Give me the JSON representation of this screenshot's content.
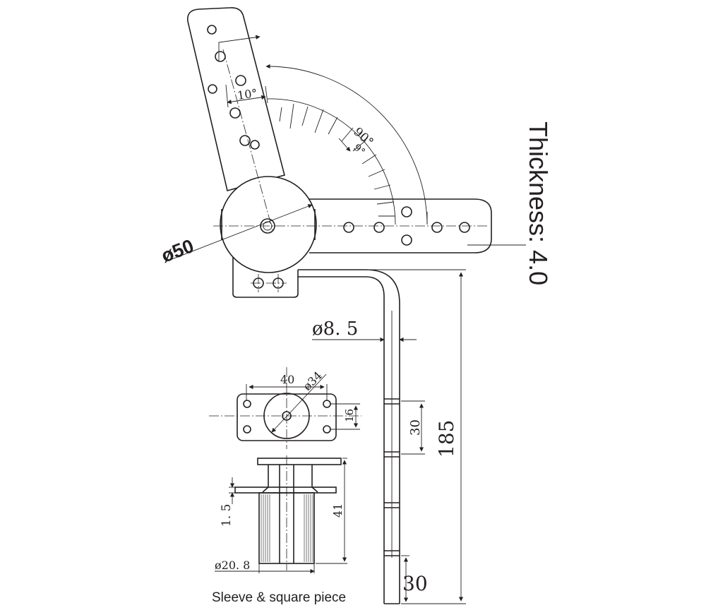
{
  "labels": {
    "thickness": "Thickness: 4.0",
    "dia_50": "ø50",
    "angle_10": "10°",
    "angle_90": "90°",
    "angle_9": "9°",
    "dia_8_5": "ø8. 5",
    "len_185": "185",
    "seg_30": "30",
    "bottom_30": "30",
    "width_40": "40",
    "dia_34": "ø34",
    "h_16": "16",
    "t_1_5": "1. 5",
    "h_41": "41",
    "dia_20_8": "ø20. 8",
    "caption": "Sleeve & square piece"
  }
}
